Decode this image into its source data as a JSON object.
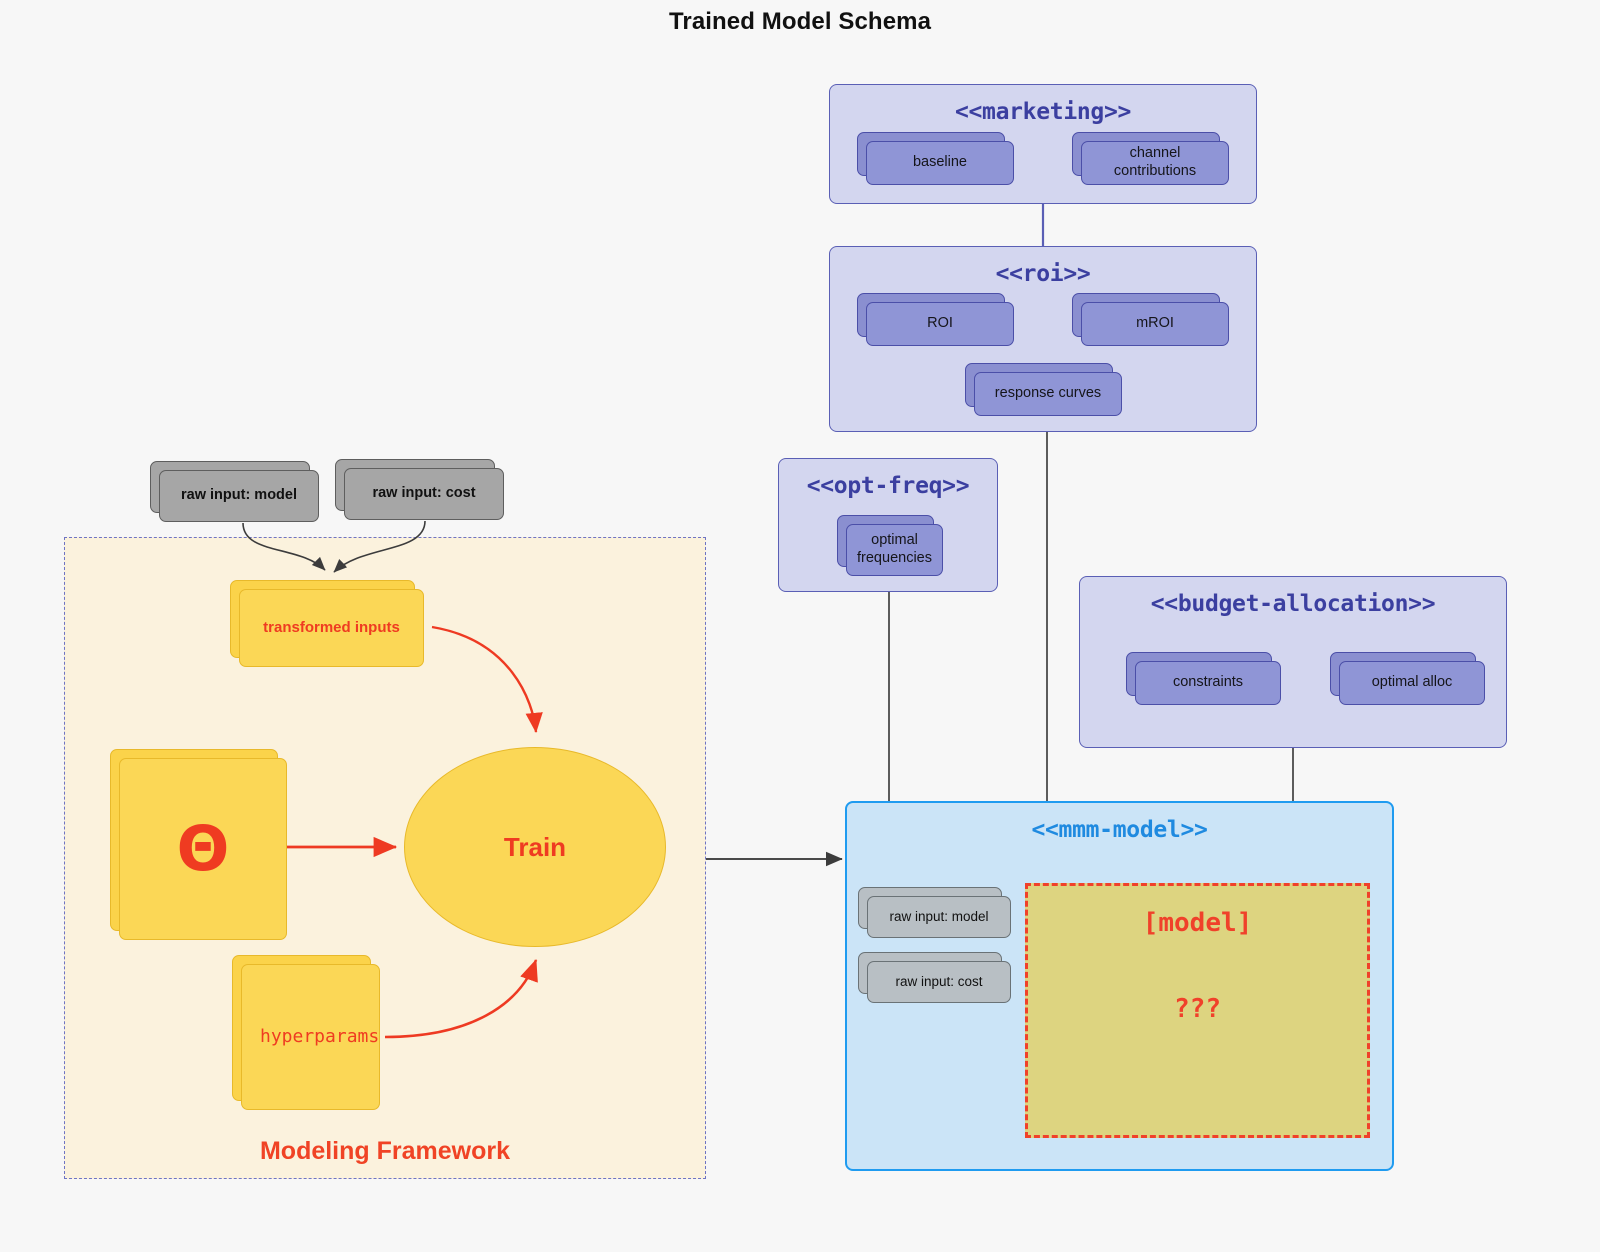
{
  "title": "Trained Model Schema",
  "colors": {
    "background": "#f7f7f7",
    "package_fill": "#d3d6ef",
    "package_border": "#5a5fb5",
    "package_title": "#3b3fa0",
    "artifact_fill": "#8f95d6",
    "artifact_border": "#4b4fa8",
    "gray_fill": "#a6a6a6",
    "gray_border": "#5e5e5e",
    "yellow_fill": "#fbd756",
    "yellow_border": "#e8b92a",
    "accent_red": "#ef3b21",
    "frame_fill": "#fbf2dd",
    "frame_border": "#6f74c4",
    "mmm_fill": "#cbe4f7",
    "mmm_border": "#1f9bf0",
    "mmm_title": "#1f8ae0",
    "model_block_fill": "#ddd480",
    "model_block_border": "#f0412a",
    "edge_gray": "#4a4a4a"
  },
  "modeling_framework": {
    "label": "Modeling Framework",
    "raw_inputs": [
      {
        "label": "raw input: model"
      },
      {
        "label": "raw input: cost"
      }
    ],
    "transformed_inputs": {
      "label": "transformed inputs"
    },
    "theta": {
      "label": "Θ"
    },
    "hyperparams": {
      "label": "hyperparams"
    },
    "train": {
      "label": "Train"
    }
  },
  "packages": [
    {
      "name": "marketing",
      "title": "<<marketing>>",
      "nodes": [
        {
          "label": "baseline"
        },
        {
          "label": "channel contributions"
        }
      ]
    },
    {
      "name": "roi",
      "title": "<<roi>>",
      "nodes": [
        {
          "label": "ROI"
        },
        {
          "label": "mROI"
        },
        {
          "label": "response curves"
        }
      ]
    },
    {
      "name": "opt-freq",
      "title": "<<opt-freq>>",
      "nodes": [
        {
          "label": "optimal\nfrequencies",
          "line1": "optimal",
          "line2": "frequencies"
        }
      ]
    },
    {
      "name": "budget-allocation",
      "title": "<<budget-allocation>>",
      "nodes": [
        {
          "label": "constraints"
        },
        {
          "label": "optimal alloc"
        }
      ]
    },
    {
      "name": "mmm-model",
      "title": "<<mmm-model>>",
      "nodes": [
        {
          "label": "raw input: model"
        },
        {
          "label": "raw input: cost"
        }
      ],
      "model_block": {
        "title": "[model]",
        "question": "???"
      }
    }
  ]
}
